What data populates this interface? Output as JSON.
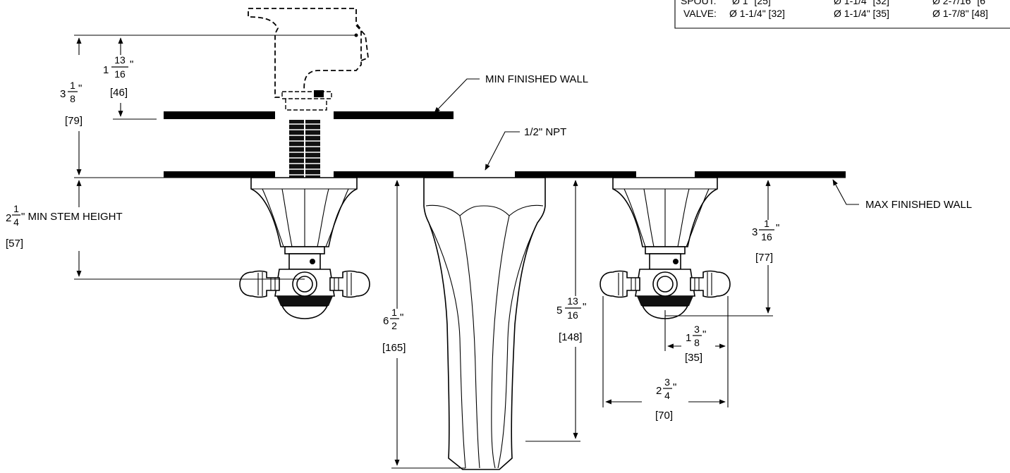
{
  "spec_table": {
    "spout_label": "SPOUT:",
    "spout_values": [
      "Ø 1\" [25]",
      "Ø 1-1/4\" [32]",
      "Ø 2-7/16\" [6"
    ],
    "valve_label": "VALVE:",
    "valve_values": [
      "Ø 1-1/4\" [32]",
      "Ø 1-1/4\" [35]",
      "Ø 1-7/8\" [48]"
    ]
  },
  "callouts": {
    "min_wall": "MIN FINISHED WALL",
    "npt": "1/2\" NPT",
    "max_wall": "MAX FINISHED WALL",
    "stem_height": "\" MIN STEM HEIGHT"
  },
  "dimensions": {
    "spout_height": {
      "whole": "1",
      "num": "13",
      "den": "16",
      "inch": "\"",
      "mm": "[46]"
    },
    "wall_range": {
      "whole": "3",
      "num": "1",
      "den": "8",
      "inch": "\"",
      "mm": "[79]"
    },
    "stem_height": {
      "whole": "2",
      "num": "1",
      "den": "4",
      "mm": "[57]"
    },
    "center_height": {
      "whole": "6",
      "num": "1",
      "den": "2",
      "inch": "\"",
      "mm": "[165]"
    },
    "spout_reach": {
      "whole": "5",
      "num": "13",
      "den": "16",
      "inch": "\"",
      "mm": "[148]"
    },
    "valve_height": {
      "whole": "3",
      "num": "1",
      "den": "16",
      "inch": "\"",
      "mm": "[77]"
    },
    "handle_offset": {
      "whole": "1",
      "num": "3",
      "den": "8",
      "inch": "\"",
      "mm": "[35]"
    },
    "handle_span": {
      "whole": "2",
      "num": "3",
      "den": "4",
      "inch": "\"",
      "mm": "[70]"
    }
  }
}
